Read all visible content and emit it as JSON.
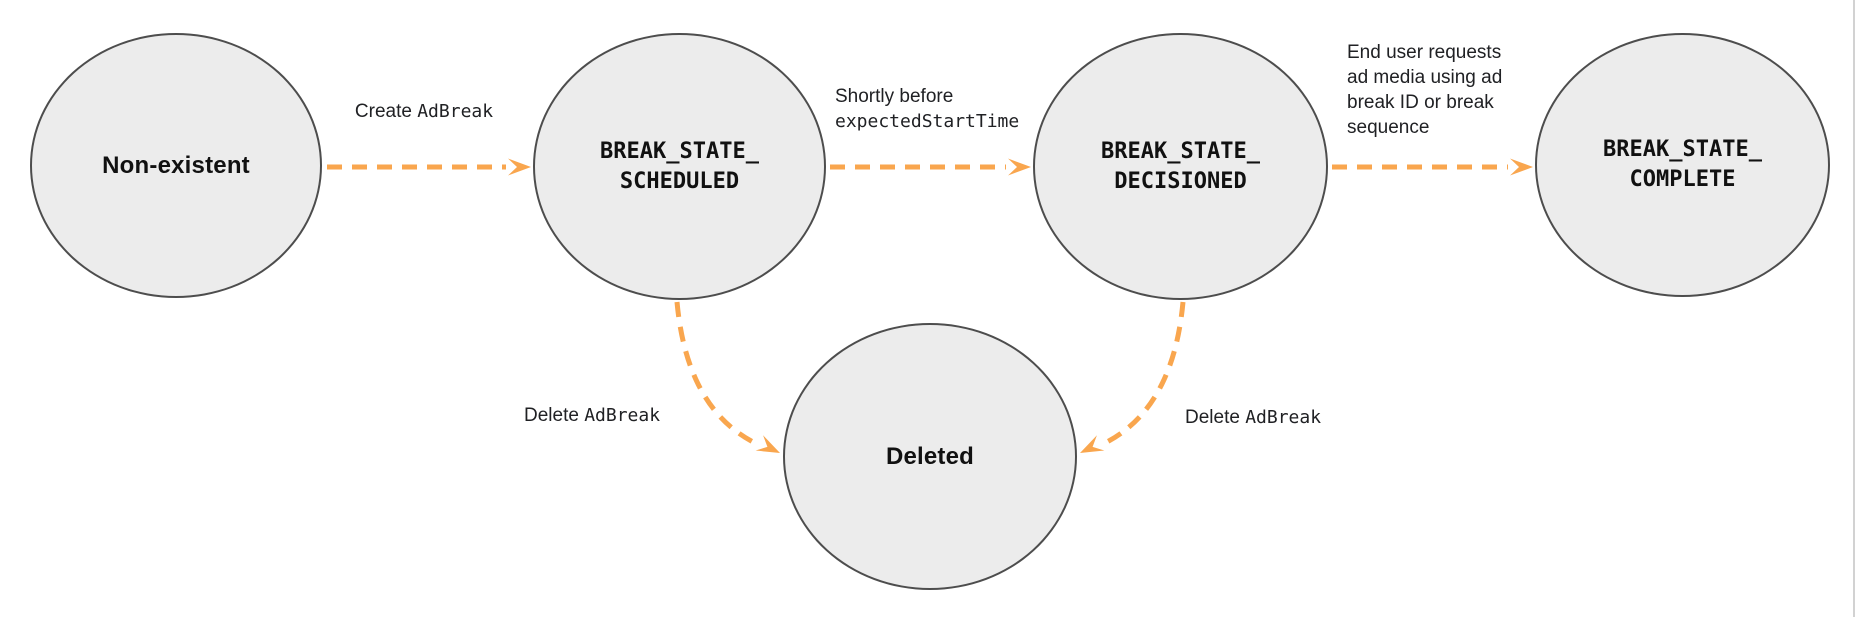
{
  "colors": {
    "node_fill": "#ececec",
    "node_stroke": "#4d4d4d",
    "arrow": "#f9a64e",
    "text": "#1f1f1f",
    "divider": "#d2d2d2"
  },
  "diagram": {
    "nodes": {
      "non_existent": {
        "label": "Non-existent"
      },
      "scheduled": {
        "line1": "BREAK_STATE_",
        "line2": "SCHEDULED"
      },
      "decisioned": {
        "line1": "BREAK_STATE_",
        "line2": "DECISIONED"
      },
      "complete": {
        "line1": "BREAK_STATE_",
        "line2": "COMPLETE"
      },
      "deleted": {
        "label": "Deleted"
      }
    },
    "edges": {
      "create": {
        "plain": "Create",
        "code": "AdBreak"
      },
      "shortly": {
        "line1": "Shortly before",
        "line2_code": "expectedStartTime"
      },
      "end_user": {
        "lines": [
          "End user requests",
          "ad media using ad",
          "break ID or break",
          "sequence"
        ]
      },
      "delete_left": {
        "plain": "Delete",
        "code": "AdBreak"
      },
      "delete_right": {
        "plain": "Delete",
        "code": "AdBreak"
      }
    }
  }
}
